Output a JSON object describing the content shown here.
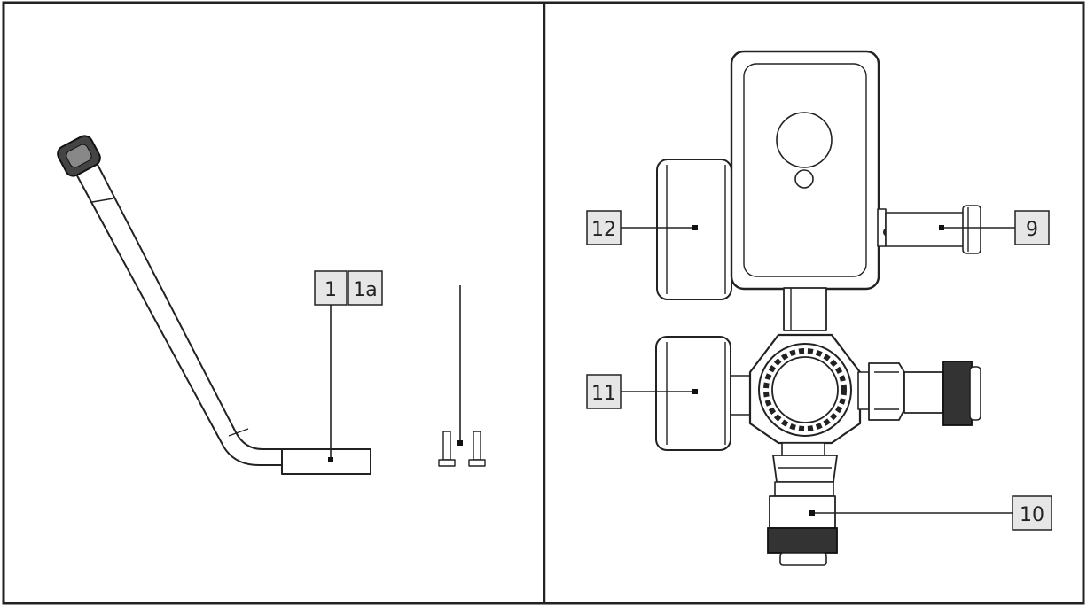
{
  "labels": {
    "part_1": "1",
    "part_1a": "1a",
    "part_9": "9",
    "part_10": "10",
    "part_11": "11",
    "part_12": "12"
  }
}
